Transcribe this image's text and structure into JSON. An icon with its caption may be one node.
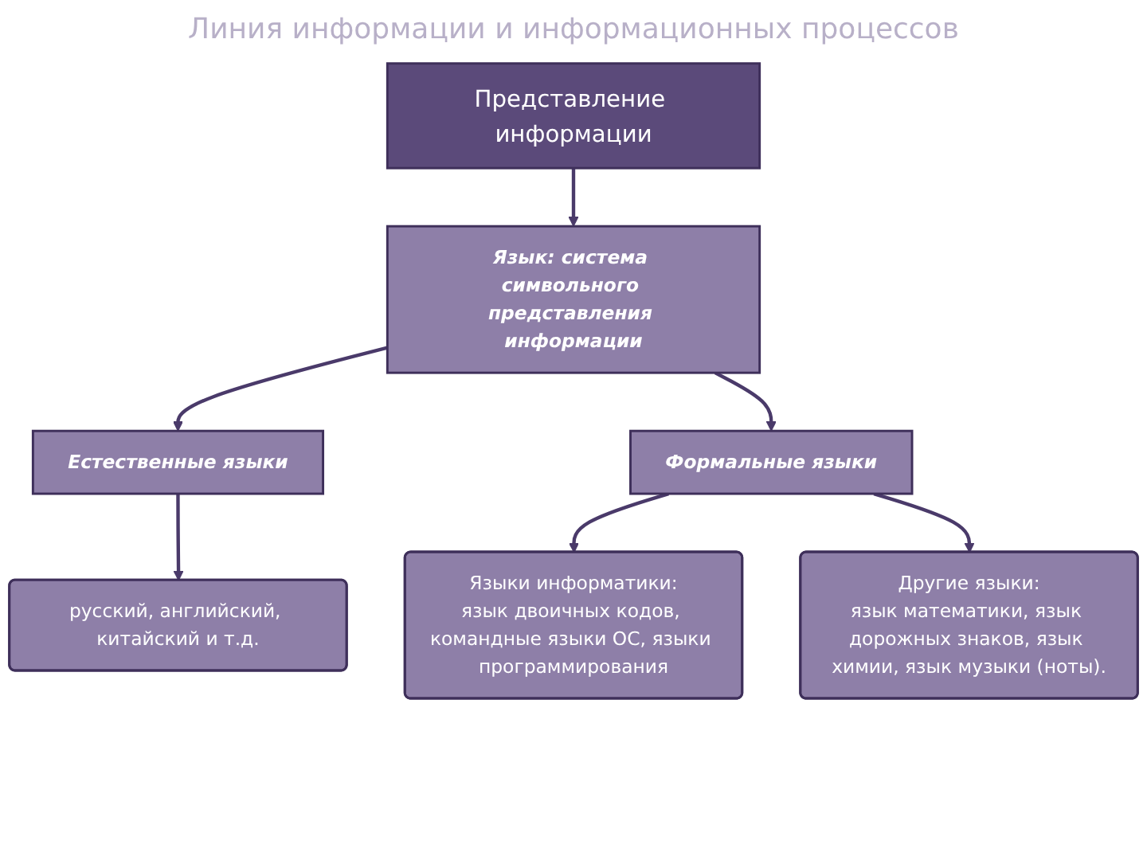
{
  "diagram": {
    "title": "Линия информации и информационных процессов",
    "nodes": [
      {
        "text": [
          "Представление информации"
        ]
      },
      {
        "text": [
          "Язык: система символьного представления информации"
        ]
      },
      {
        "text": [
          "Естественные языки"
        ]
      },
      {
        "text": [
          "Формальные языки"
        ]
      },
      {
        "text": [
          "русский, английский, китайский и т.д."
        ]
      },
      {
        "text": [
          "Языки информатики:",
          "язык двоичных кодов, командные языки ОС, языки программирования"
        ]
      },
      {
        "text": [
          "Другие языки:",
          "язык математики, язык дорожных знаков, язык химии, язык музыки (ноты)."
        ]
      }
    ],
    "edges": [
      {
        "from": 0,
        "to": 1,
        "arrow": "to"
      },
      {
        "from": 1,
        "to": 2,
        "arrow": "to"
      },
      {
        "from": 1,
        "to": 3,
        "arrow": "to"
      },
      {
        "from": 2,
        "to": 4,
        "arrow": "to"
      },
      {
        "from": 3,
        "to": 5,
        "arrow": "to"
      },
      {
        "from": 3,
        "to": 6,
        "arrow": "to"
      }
    ]
  }
}
